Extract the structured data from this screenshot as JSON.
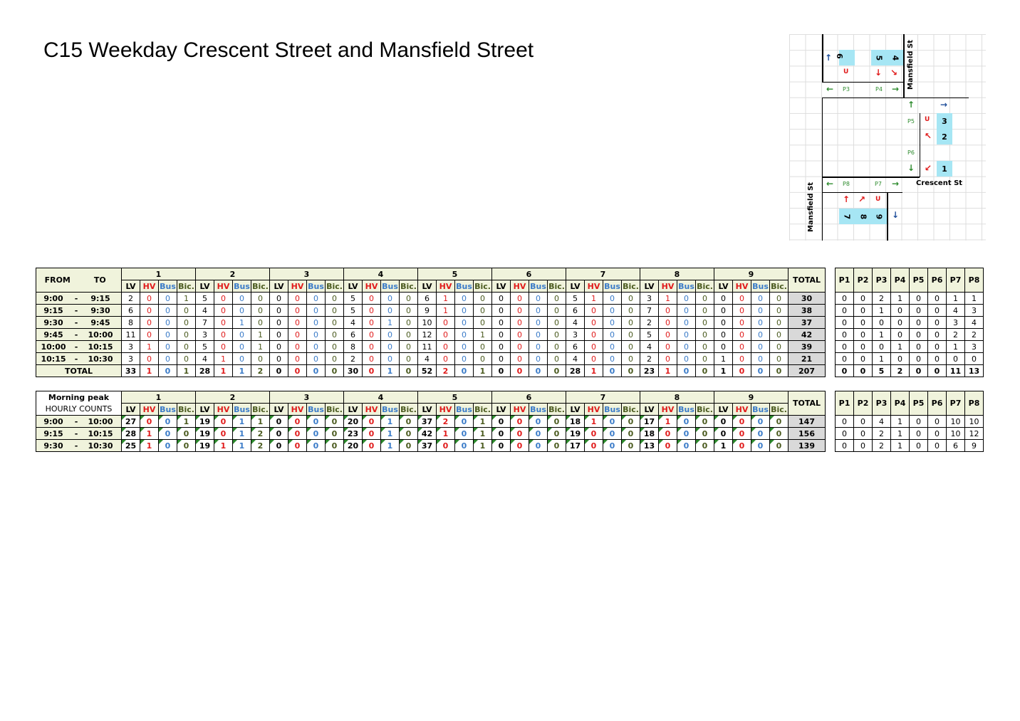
{
  "title": "C15 Weekday Crescent Street and Mansfield Street",
  "diagram": {
    "street_crescent": "Crescent St",
    "street_mansfield": "Mansfield St",
    "movements": [
      "1",
      "2",
      "3",
      "4",
      "5",
      "6",
      "7",
      "8",
      "9"
    ],
    "pedestrian": [
      "P3",
      "P4",
      "P5",
      "P6",
      "P7",
      "P8"
    ],
    "u_turn": "U"
  },
  "labels": {
    "from": "FROM",
    "to": "TO",
    "dash": "-",
    "total": "TOTAL",
    "total_col": "TOTAL",
    "peak1": "Morning peak",
    "peak2": "HOURLY COUNTS",
    "sub": [
      "LV",
      "HV",
      "Bus",
      "Bic."
    ],
    "groups": [
      "1",
      "2",
      "3",
      "4",
      "5",
      "6",
      "7",
      "8",
      "9"
    ],
    "ped": [
      "P1",
      "P2",
      "P3",
      "P4",
      "P5",
      "P6",
      "P7",
      "P8"
    ]
  },
  "counts": [
    {
      "from": "9:00",
      "to": "9:15",
      "v": [
        2,
        0,
        0,
        1,
        5,
        0,
        0,
        0,
        0,
        0,
        0,
        0,
        5,
        0,
        0,
        0,
        6,
        1,
        0,
        0,
        0,
        0,
        0,
        0,
        5,
        1,
        0,
        0,
        3,
        1,
        0,
        0,
        0,
        0,
        0,
        0
      ],
      "total": "30",
      "p": [
        0,
        0,
        2,
        1,
        0,
        0,
        1,
        1
      ]
    },
    {
      "from": "9:15",
      "to": "9:30",
      "v": [
        6,
        0,
        0,
        0,
        4,
        0,
        0,
        0,
        0,
        0,
        0,
        0,
        5,
        0,
        0,
        0,
        9,
        1,
        0,
        0,
        0,
        0,
        0,
        0,
        6,
        0,
        0,
        0,
        7,
        0,
        0,
        0,
        0,
        0,
        0,
        0
      ],
      "total": "38",
      "p": [
        0,
        0,
        1,
        0,
        0,
        0,
        4,
        3
      ]
    },
    {
      "from": "9:30",
      "to": "9:45",
      "v": [
        8,
        0,
        0,
        0,
        7,
        0,
        1,
        0,
        0,
        0,
        0,
        0,
        4,
        0,
        1,
        0,
        10,
        0,
        0,
        0,
        0,
        0,
        0,
        0,
        4,
        0,
        0,
        0,
        2,
        0,
        0,
        0,
        0,
        0,
        0,
        0
      ],
      "total": "37",
      "p": [
        0,
        0,
        0,
        0,
        0,
        0,
        3,
        4
      ]
    },
    {
      "from": "9:45",
      "to": "10:00",
      "v": [
        11,
        0,
        0,
        0,
        3,
        0,
        0,
        1,
        0,
        0,
        0,
        0,
        6,
        0,
        0,
        0,
        12,
        0,
        0,
        1,
        0,
        0,
        0,
        0,
        3,
        0,
        0,
        0,
        5,
        0,
        0,
        0,
        0,
        0,
        0,
        0
      ],
      "total": "42",
      "p": [
        0,
        0,
        1,
        0,
        0,
        0,
        2,
        2
      ]
    },
    {
      "from": "10:00",
      "to": "10:15",
      "v": [
        3,
        1,
        0,
        0,
        5,
        0,
        0,
        1,
        0,
        0,
        0,
        0,
        8,
        0,
        0,
        0,
        11,
        0,
        0,
        0,
        0,
        0,
        0,
        0,
        6,
        0,
        0,
        0,
        4,
        0,
        0,
        0,
        0,
        0,
        0,
        0
      ],
      "total": "39",
      "p": [
        0,
        0,
        0,
        1,
        0,
        0,
        1,
        3
      ]
    },
    {
      "from": "10:15",
      "to": "10:30",
      "v": [
        3,
        0,
        0,
        0,
        4,
        1,
        0,
        0,
        0,
        0,
        0,
        0,
        2,
        0,
        0,
        0,
        4,
        0,
        0,
        0,
        0,
        0,
        0,
        0,
        4,
        0,
        0,
        0,
        2,
        0,
        0,
        0,
        1,
        0,
        0,
        0
      ],
      "total": "21",
      "p": [
        0,
        0,
        1,
        0,
        0,
        0,
        0,
        0
      ]
    }
  ],
  "totals": {
    "v": [
      33,
      1,
      0,
      1,
      28,
      1,
      1,
      2,
      0,
      0,
      0,
      0,
      30,
      0,
      1,
      0,
      52,
      2,
      0,
      1,
      0,
      0,
      0,
      0,
      28,
      1,
      0,
      0,
      23,
      1,
      0,
      0,
      1,
      0,
      0,
      0
    ],
    "total": "207",
    "p": [
      0,
      0,
      5,
      2,
      0,
      0,
      11,
      13
    ]
  },
  "hourly": [
    {
      "from": "9:00",
      "to": "10:00",
      "v": [
        27,
        0,
        0,
        1,
        19,
        0,
        1,
        1,
        0,
        0,
        0,
        0,
        20,
        0,
        1,
        0,
        37,
        2,
        0,
        1,
        0,
        0,
        0,
        0,
        18,
        1,
        0,
        0,
        17,
        1,
        0,
        0,
        0,
        0,
        0,
        0
      ],
      "total": "147",
      "p": [
        0,
        0,
        4,
        1,
        0,
        0,
        10,
        10
      ]
    },
    {
      "from": "9:15",
      "to": "10:15",
      "v": [
        28,
        1,
        0,
        0,
        19,
        0,
        1,
        2,
        0,
        0,
        0,
        0,
        23,
        0,
        1,
        0,
        42,
        1,
        0,
        1,
        0,
        0,
        0,
        0,
        19,
        0,
        0,
        0,
        18,
        0,
        0,
        0,
        0,
        0,
        0,
        0
      ],
      "total": "156",
      "p": [
        0,
        0,
        2,
        1,
        0,
        0,
        10,
        12
      ]
    },
    {
      "from": "9:30",
      "to": "10:30",
      "v": [
        25,
        1,
        0,
        0,
        19,
        1,
        1,
        2,
        0,
        0,
        0,
        0,
        20,
        0,
        1,
        0,
        37,
        0,
        0,
        1,
        0,
        0,
        0,
        0,
        17,
        0,
        0,
        0,
        13,
        0,
        0,
        0,
        1,
        0,
        0,
        0
      ],
      "total": "139",
      "p": [
        0,
        0,
        2,
        1,
        0,
        0,
        6,
        9
      ]
    }
  ]
}
